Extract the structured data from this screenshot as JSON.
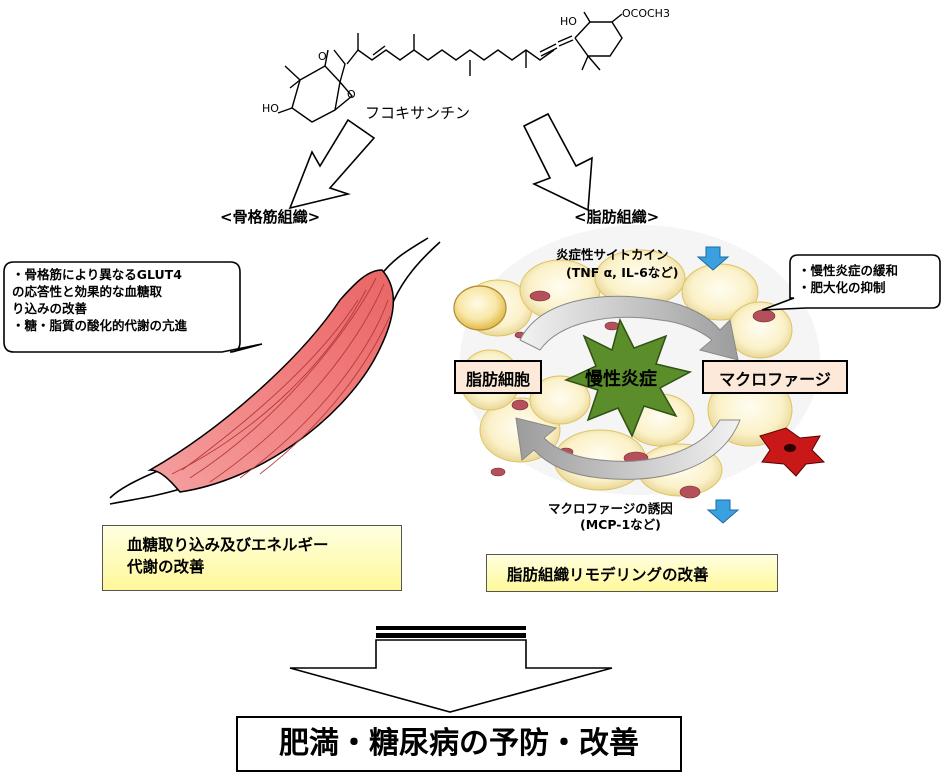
{
  "molecule": {
    "name": "フコキサンチン",
    "label_ho_top": "HO",
    "label_ester": "OCOCH3",
    "label_ho_left": "HO",
    "label_o_carbonyl": "O",
    "label_o_epoxide": "O"
  },
  "sections": {
    "muscle_title": "<骨格筋組織>",
    "adipose_title": "<脂肪組織>"
  },
  "muscle_callout": {
    "lines": [
      "・骨格筋により異なるGLUT4",
      "の応答性と効果的な血糖取",
      "り込みの改善",
      "・糖・脂質の酸化的代謝の亢進"
    ]
  },
  "muscle_result": {
    "lines": [
      "血糖取り込み及びエネルギー",
      "代謝の改善"
    ]
  },
  "adipose": {
    "cytokine_label": "炎症性サイトカイン",
    "cytokine_sub": "(TNF α, IL-6など)",
    "center_label": "慢性炎症",
    "adipocyte_label": "脂肪細胞",
    "macrophage_label": "マクロファージ",
    "recruit_label": "マクロファージの誘因",
    "recruit_sub": "(MCP-1など)"
  },
  "adipose_callout": {
    "lines": [
      "・慢性炎症の緩和",
      "・肥大化の抑制"
    ]
  },
  "adipose_result": {
    "text": "脂肪組織リモデリングの改善"
  },
  "final": {
    "text": "肥満・糖尿病の予防・改善"
  },
  "colors": {
    "callout_fill": "#ffffff",
    "yellow_box": "#fff89a",
    "label_box": "#fde9d9",
    "star": "#5a8a2a",
    "down_arrow": "#3aa0e0",
    "muscle": "#f08080"
  }
}
